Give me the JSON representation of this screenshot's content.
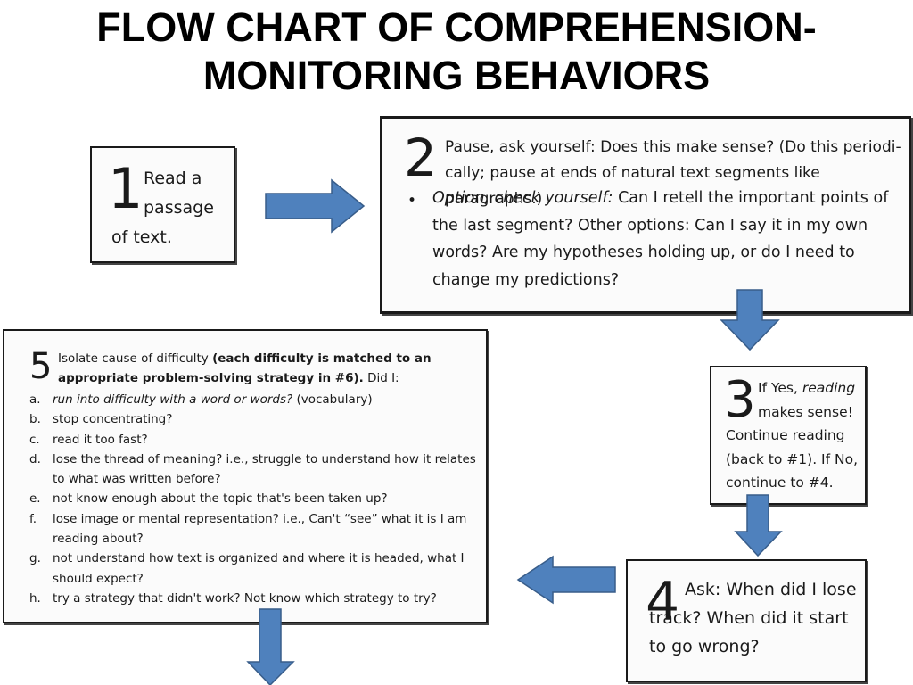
{
  "title": {
    "line1": "FLOW CHART OF COMPREHENSION-",
    "line2": "MONITORING BEHAVIORS"
  },
  "step1": {
    "number": "1",
    "line1": "Read a",
    "line2": "passage",
    "line3": "of text."
  },
  "step2": {
    "number": "2",
    "text": "Pause, ask yourself: Does this make sense? (Do this periodi-cally; pause at ends of natural text segments like paragraphs.)",
    "bullet": "•",
    "option_label": "Option, check yourself:",
    "option_text": "Can I retell the important points of the last segment? Other options: Can I say it in my own words? Are my hypotheses holding up, or do I need to change my predictions?"
  },
  "step3": {
    "number": "3",
    "if_yes": "If Yes,",
    "reading": "reading",
    "text": "makes sense! Continue reading (back to #1). If No, continue to #4."
  },
  "step4": {
    "number": "4",
    "text": "Ask: When did I lose track? When did it start to go wrong?"
  },
  "step5": {
    "number": "5",
    "head_plain": "Isolate cause of difficulty",
    "head_bold": "(each difficulty is matched to an appropriate problem-solving strategy in #6).",
    "head_end": "Did I:",
    "items": [
      {
        "letter": "a.",
        "italic": "run into difficulty with a word or words?",
        "plain": "(vocabulary)"
      },
      {
        "letter": "b.",
        "italic": "",
        "plain": "stop concentrating?"
      },
      {
        "letter": "c.",
        "italic": "",
        "plain": "read it too fast?"
      },
      {
        "letter": "d.",
        "italic": "",
        "plain": "lose the thread of meaning? i.e., struggle to understand how it relates to what was written before?"
      },
      {
        "letter": "e.",
        "italic": "",
        "plain": "not know enough about the topic that's been taken up?"
      },
      {
        "letter": "f.",
        "italic": "",
        "plain": "lose image or mental representation? i.e., Can't “see” what it is I am reading about?"
      },
      {
        "letter": "g.",
        "italic": "",
        "plain": "not understand how text is organized and where it is headed, what I should expect?"
      },
      {
        "letter": "h.",
        "italic": "",
        "plain": "try a strategy that didn't work? Not know which strategy to try?"
      }
    ]
  },
  "colors": {
    "arrow_fill": "#4f81bd",
    "arrow_stroke": "#385d8a"
  }
}
